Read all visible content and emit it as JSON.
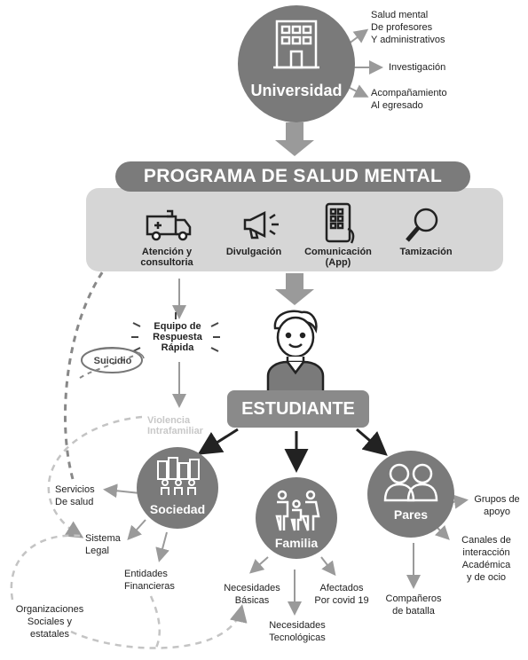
{
  "university": {
    "label": "Universidad",
    "outputs": [
      "Salud mental\nDe profesores\nY administrativos",
      "Investigación",
      "Acompañamiento\nAl egresado"
    ]
  },
  "program": {
    "title": "PROGRAMA DE SALUD MENTAL",
    "services": [
      {
        "label": "Atención y\nconsultoria",
        "icon": "ambulance-icon"
      },
      {
        "label": "Divulgación",
        "icon": "megaphone-icon"
      },
      {
        "label": "Comunicación\n(App)",
        "icon": "mobile-app-icon"
      },
      {
        "label": "Tamización",
        "icon": "magnifier-icon"
      }
    ]
  },
  "response_team": {
    "label": "Equipo de\nRespuesta\nRápida",
    "suicide": "Suicidio",
    "violence": "Violencia\nIntrafamiliar"
  },
  "student": {
    "label": "ESTUDIANTE"
  },
  "society": {
    "label": "Sociedad",
    "items": [
      "Servicios\nDe salud",
      "Sistema\nLegal",
      "Entidades\nFinancieras",
      "Organizaciones\nSociales y\nestatales"
    ]
  },
  "family": {
    "label": "Familia",
    "items": [
      "Necesidades\nBásicas",
      "Afectados\nPor covid 19",
      "Necesidades\nTecnológicas"
    ]
  },
  "peers": {
    "label": "Pares",
    "items": [
      "Grupos de\napoyo",
      "Canales de\ninteracción\nAcadémica\ny de ocio",
      "Compañeros\nde batalla"
    ]
  },
  "colors": {
    "circle": "#7a7a7a",
    "banner": "#7b7b7b",
    "panel": "#d6d6d6",
    "arrow": "#9a9a9a",
    "dashed": "#9a9a9a"
  }
}
